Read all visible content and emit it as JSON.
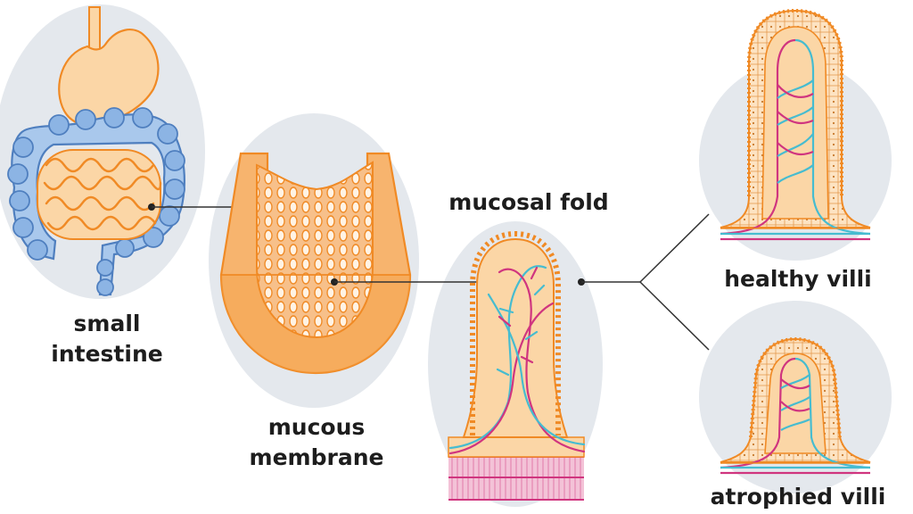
{
  "labels": {
    "small_intestine_line1": "small",
    "small_intestine_line2": "intestine",
    "mucous_membrane_line1": "mucous",
    "mucous_membrane_line2": "membrane",
    "mucosal_fold": "mucosal fold",
    "healthy_villi": "healthy villi",
    "atrophied_villi": "atrophied villi"
  },
  "colors": {
    "background_blob": "#e4e8ed",
    "tissue_orange": "#f5a24a",
    "tissue_light": "#fbd6a6",
    "colon_blue": "#6f9fd6",
    "vessel_blue": "#46bcd0",
    "vessel_pink": "#d0357f",
    "connector_line": "#333333"
  }
}
